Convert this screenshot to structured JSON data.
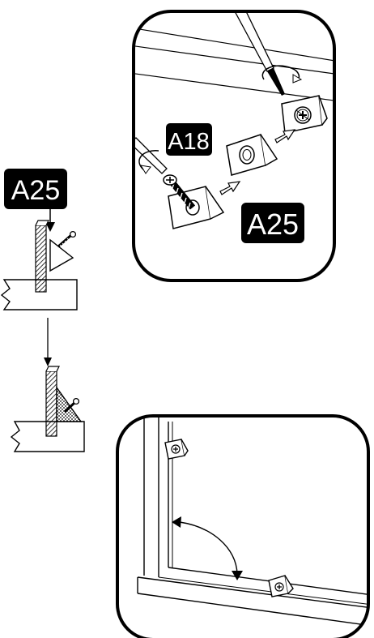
{
  "labels": {
    "left_part_label": "A25",
    "screw_label": "A18",
    "bracket_label": "A25"
  },
  "colors": {
    "ink": "#000000",
    "paper": "#ffffff",
    "hatch": "#000000"
  }
}
